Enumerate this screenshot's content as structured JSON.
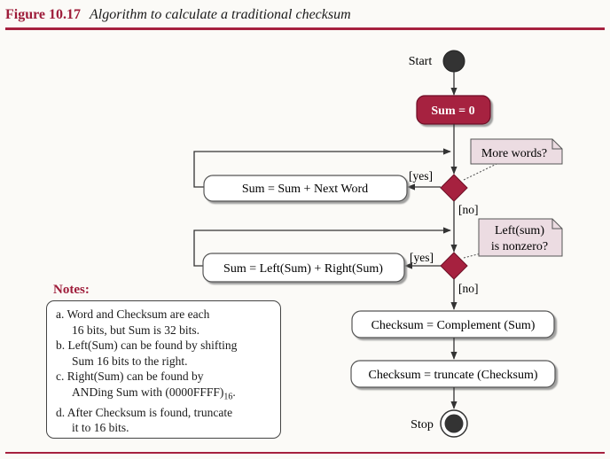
{
  "figure": {
    "number": "Figure 10.17",
    "title": "Algorithm to calculate a traditional checksum"
  },
  "nodes": {
    "start": "Start",
    "sum_init": "Sum = 0",
    "add_word": "Sum = Sum + Next Word",
    "fold": "Sum = Left(Sum) + Right(Sum)",
    "complement": "Checksum = Complement (Sum)",
    "truncate": "Checksum = truncate (Checksum)",
    "stop": "Stop"
  },
  "decisions": {
    "d1_note": "More words?",
    "d2_note_line1": "Left(sum)",
    "d2_note_line2": "is nonzero?",
    "yes": "[yes]",
    "no": "[no]"
  },
  "notes": {
    "heading": "Notes:",
    "items": [
      {
        "line1": "a. Word and Checksum are each",
        "line2": "16 bits, but Sum is 32 bits."
      },
      {
        "line1": "b. Left(Sum) can be found by shifting",
        "line2": "Sum 16 bits to the right."
      },
      {
        "line1": "c. Right(Sum) can be found by",
        "line2": "ANDing Sum with (0000FFFF)",
        "sub": "16",
        "tail": "."
      },
      {
        "line1": "d. After Checksum is found, truncate",
        "line2": "it to 16 bits."
      }
    ]
  },
  "colors": {
    "accent": "#9e1c3a",
    "note_fill": "#ecdce2",
    "node_border": "#555555"
  }
}
